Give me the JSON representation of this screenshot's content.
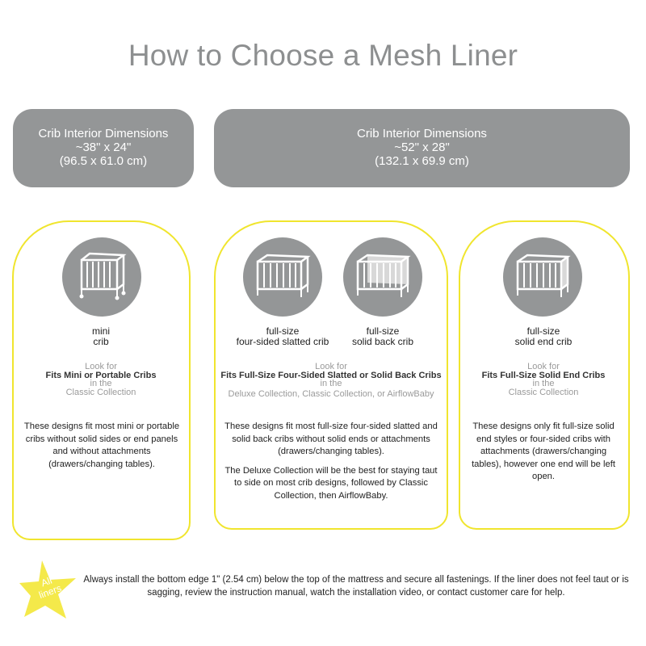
{
  "title": "How to Choose a Mesh Liner",
  "dimensions": [
    {
      "heading": "Crib Interior Dimensions",
      "imperial": "~38\" x 24\"",
      "metric": "(96.5 x 61.0 cm)"
    },
    {
      "heading": "Crib Interior Dimensions",
      "imperial": "~52\" x 28\"",
      "metric": "(132.1 x 69.9 cm)"
    }
  ],
  "accent_color": "#f0e52e",
  "gray_color": "#949697",
  "cards": [
    {
      "cribs": [
        {
          "icon": "mini-crib-icon",
          "line1": "mini",
          "line2": "crib"
        }
      ],
      "look_for": "Look for",
      "product": "Fits Mini or Portable Cribs",
      "in_the": "in the",
      "collection": "Classic Collection",
      "description": [
        "These designs fit most mini or portable cribs without solid sides or end panels and without attachments (drawers/changing tables)."
      ]
    },
    {
      "cribs": [
        {
          "icon": "slatted-crib-icon",
          "line1": "full-size",
          "line2": "four-sided slatted crib"
        },
        {
          "icon": "solid-back-crib-icon",
          "line1": "full-size",
          "line2": "solid back crib"
        }
      ],
      "look_for": "Look for",
      "product": "Fits Full-Size Four-Sided Slatted or Solid Back Cribs",
      "in_the": "in the",
      "collection": "Deluxe Collection, Classic Collection, or AirflowBaby",
      "description": [
        "These designs fit most full-size four-sided slatted and solid back cribs without solid ends or attachments (drawers/changing tables).",
        "The Deluxe Collection will be the best for staying taut to side on most crib designs, followed by Classic Collection, then AirflowBaby."
      ]
    },
    {
      "cribs": [
        {
          "icon": "solid-end-crib-icon",
          "line1": "full-size",
          "line2": "solid end crib"
        }
      ],
      "look_for": "Look for",
      "product": "Fits Full-Size Solid End Cribs",
      "in_the": "in the",
      "collection": "Classic Collection",
      "description": [
        "These designs only fit full-size solid end styles or four-sided cribs with attachments (drawers/changing tables), however one end will be left open."
      ]
    }
  ],
  "star_label": {
    "line1": "All",
    "line2": "liners"
  },
  "footer": "Always install the bottom edge 1\" (2.54 cm) below the top of the mattress and secure all fastenings. If the liner does not feel taut or is sagging, review the instruction manual, watch the installation video, or contact customer care for help."
}
